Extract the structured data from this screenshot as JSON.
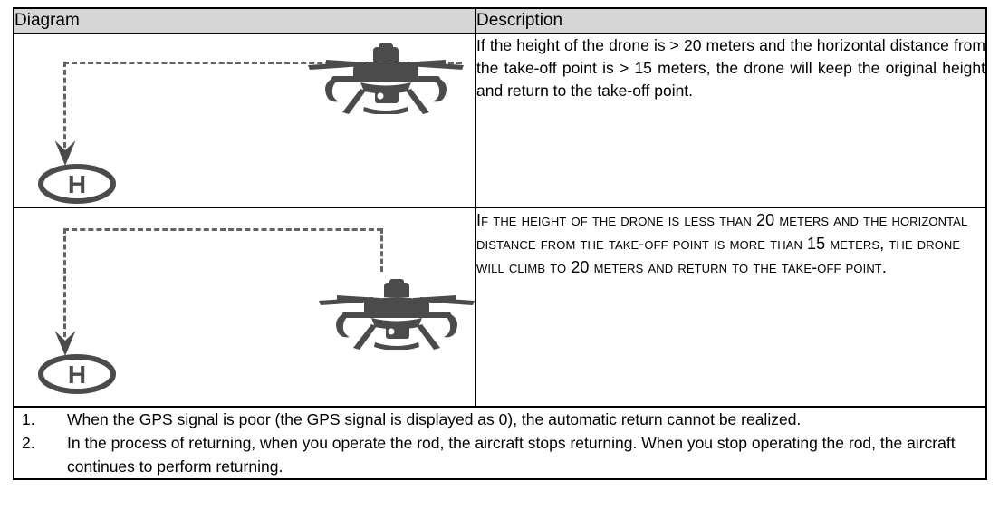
{
  "table": {
    "headers": {
      "diagram": "Diagram",
      "description": "Description"
    },
    "rows": [
      {
        "diagram_name": "return-to-home-high-altitude-diagram",
        "description": "If the height of the drone is > 20 meters and the horizontal distance from the take-off point is > 15 meters, the drone will keep the original height and return to the take-off point."
      },
      {
        "diagram_name": "return-to-home-low-altitude-diagram",
        "description": "If the height of the drone is less than 20 meters and the horizontal distance from the take-off point is more than 15 meters, the drone will climb to 20 meters and return to the take-off point."
      }
    ],
    "notes": [
      {
        "marker": "1.",
        "text": "When the GPS signal is poor (the GPS signal is displayed as 0), the automatic return cannot be realized."
      },
      {
        "marker": "2.",
        "text": "In the process of returning, when you operate the rod, the aircraft stops returning. When you stop operating the rod, the aircraft continues to perform returning."
      }
    ]
  },
  "diagram_labels": {
    "helipad": "H"
  },
  "colors": {
    "header_background": "#d6d6d6",
    "border": "#000000",
    "path_line": "#636363",
    "drone": "#4b4b4b",
    "helipad": "#4b4b4b",
    "page_background": "#ffffff"
  }
}
